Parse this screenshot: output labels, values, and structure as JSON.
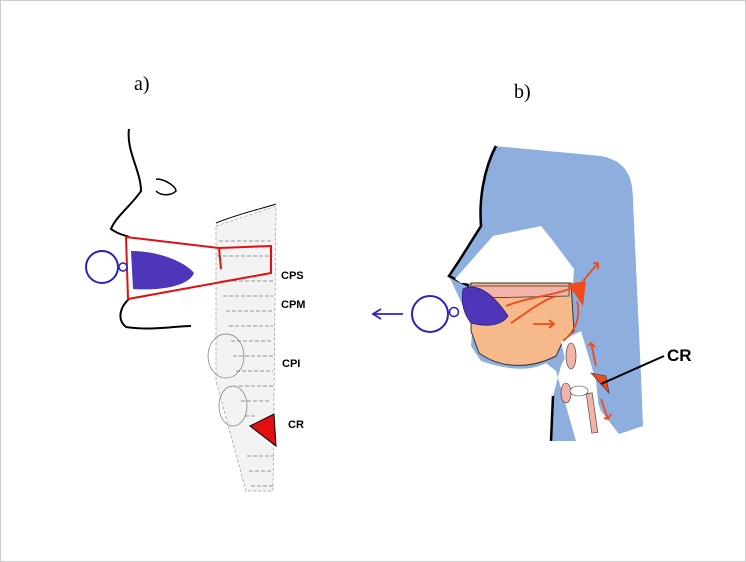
{
  "panels": {
    "a": {
      "label": "a)",
      "regions": {
        "cps": "CPS",
        "cpm": "CPM",
        "cpi": "CPI",
        "cr": "CR"
      }
    },
    "b": {
      "label": "b)",
      "cr": "CR"
    }
  },
  "colors": {
    "purple": "#4f35b8",
    "red": "#e01010",
    "blue_head": "#8eaede",
    "orange": "#f6b98a",
    "arrow": "#ef4a1c",
    "circle": "#2a22c0"
  }
}
